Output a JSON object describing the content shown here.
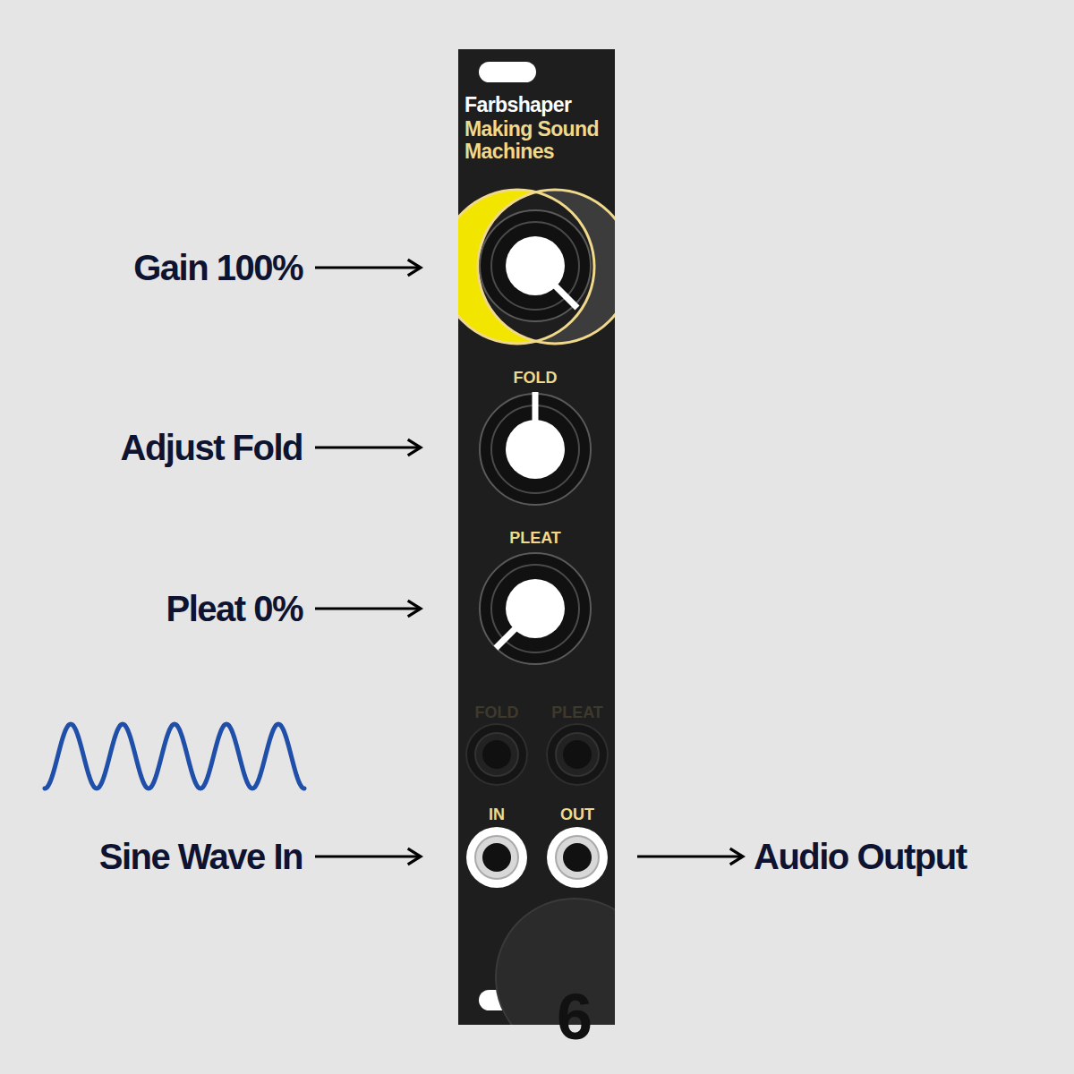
{
  "diagram": {
    "nodes": [
      {
        "text": [
          "Farbshaper",
          "Making Sound Machines",
          "FOLD",
          "PLEAT",
          "FOLD",
          "PLEAT",
          "IN",
          "OUT",
          "6"
        ]
      }
    ],
    "labels": [
      "Gain 100%",
      "Adjust Fold",
      "Pleat 0%",
      "Sine Wave In",
      "Audio Output"
    ]
  }
}
